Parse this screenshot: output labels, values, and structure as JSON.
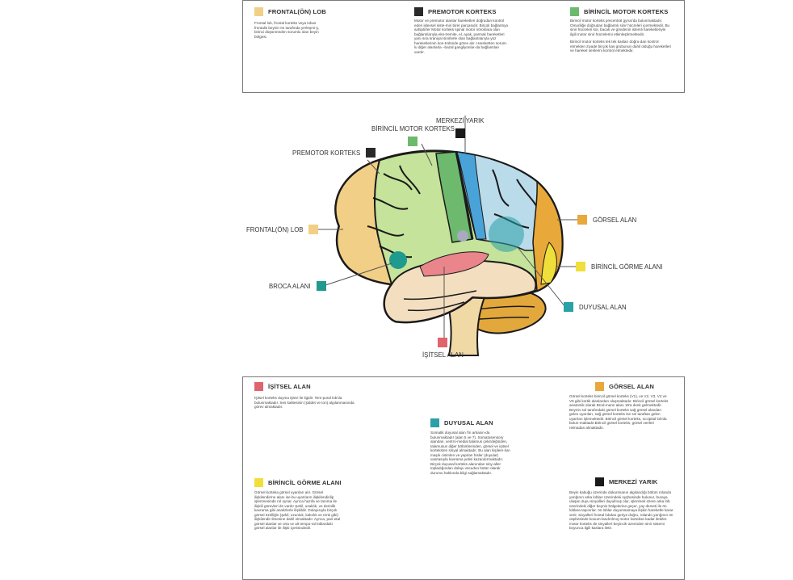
{
  "colors": {
    "frontal": "#f2cf86",
    "premotor": "#2a2a2a",
    "motor": "#6dba6e",
    "sulcus": "#1a1a1a",
    "visual": "#e8a83a",
    "primary_visual": "#f0df3a",
    "somatosensory": "#2aa0a8",
    "broca": "#1f9a8e",
    "auditory": "#e0646c"
  },
  "top": {
    "frontal": {
      "title": "FRONTAL(ÖN) LOB",
      "body": "Frontal lob, frontal korteks veya lobus frontalis beynin ön tarafında yerleşmi-ş, birinci düşünmeden sorumlu olan beyin bölgesi."
    },
    "premotor": {
      "title": "PREMOTOR KORTEKS",
      "body": "Motor ve premotor alanlar hareketleri doğrudan kontrol eden işlevsel siste-min birer parçasıdır. Birçok bağlantıya sahiptirler Motor korteks spinal motor nöronlara olan bağlantılarıyla eks-tremite, el, ayak, parmak hareketleri yanı sıra kraniyal sinirlerle olan bağlantılarıyla yüz hareketlerinin kon-trolünde görev alır. Hareketten sorum-lu diğer alanlarla –bazal gangliyonlar-da bağlantıları vardır."
    },
    "motor": {
      "title": "BİRİNCİL MOTOR KORTEKS",
      "body": "Birincil motor korteks precentral gyrus'da bulunmaktadır. Omuriliğe doğrudan bağlantılı sinir hücreleri içermektedir. Bu sinir hücreleri kol, bacak ve gövdenin istemli hareketleriyle ilgili motor sinir hücrelerini etkinleştirmektedir.",
      "body2": "Birincil motor korteks tek tek kasları doğru-dan kontrol etmekten ziyade birçok kas grubunun dahil olduğu hareketleri ve hareket serilerini kontrol etmektedir."
    }
  },
  "labels": {
    "central": "MERKEZİ YARIK",
    "motor": "BİRİNCİL MOTOR KORTEKS",
    "premotor": "PREMOTOR KORTEKS",
    "frontal": "FRONTAL(ÖN)  LOB",
    "broca": "BROCA ALANI",
    "auditory": "İŞİTSEL ALAN",
    "visual": "GÖRSEL ALAN",
    "primary_visual": "BİRİNCİL GÖRME ALANI",
    "somatosensory": "DUYUSAL ALAN"
  },
  "bottom": {
    "auditory": {
      "title": "İŞİTSEL ALAN",
      "body": "İşitsel korteks duyma işlevi ile ilgidir. Tem-poral lob'da bulunmaktadır. Ses kalitesinin (şiddet ve ton) algılanmasında görev almaktadır."
    },
    "primary_visual": {
      "title": "BİRİNCİL GÖRME ALANI",
      "body": "Görsel korteka görsel uyarıları alır. Görsel ilişkilendirme alanı ise bu uyarıların ilişkilendirilip işlenmesinde rol oynar. Ayrıca hazıfa ve tanıma ile ilişkili görevleri de vardır Şekil, uzaklık, ve derinlik kavrama gibi analizlerle ilişkildir. Dolayısıyla birçok görsel özelliğin (şekil, uzunluk, kalınlık ve renk gibi) ilişkilendir-ilmesine dahil olmaktadır. Ayrıca, pari-etal görsel alanlar ve orta ve alt tempo-ral loblardaki görsel alanlar ile ilişki içerisindedir."
    },
    "somatosensory": {
      "title": "DUYUSAL ALAN",
      "body": "Somatik duyusal alan l'in arkasın-da bulunmaktadır (alan 5 ve 7). Somatosensory alandan, ventro-medial talamus çekirdeğinden, talamusun diğer bölümlerinden, görsel ve işitsel korteksten sinyal almaktadır. Bu alan kişilere kar-maşık cisimlen ve yapıları hisler (duyular) vasıtasıyla kavrama yetisi kazandırmaktadır. Birçok duyusal korteks alanından siny-aller topladığından dolayı vücudun bütün olarak durumu hakkında bilgi sağlamaktadır."
    },
    "visual": {
      "title": "GÖRSEL ALAN",
      "body": "Görsel korteks birincil görsel korteks (V1), ve V2, V3, V4 ve V5 gibi kortik alanlardan oluşmaktadır. Birincil görsel korteks anatomik olarak Brod-mann alanı 19'a denk gelmektedir. Beynin sol tarafındaki görsel korteks sağ görsel alandan gelen uyarıları, sağ görsel korteks ise sol taraftan gelen uyarıları işlemektedir. Birincil görsel korteks, occipital lob'da bulun-maktadır.Birincil görsel korteks, görsel verileri retinadan almaktadır."
    },
    "central": {
      "title": "MERKEZİ YARIK",
      "body": "Beyin kabuğu üzerinde dokunmanın algılandığı bölüm rolando yarığının arka lobları üzerindeki oyşhesinde bulunur, buraya ulaşan duyu sinyalleri duyulmuş olur, işlenmek üzere arka lob üzerindeki diğer beynin bölgelerine geçer, yay demeti ile ön loblara taşınırlar. ön loblar duyumsamaya ilişkin hareketle karar verir, sinyalleri frontal lobdan geriye doğru, rolando yarığının ön osphesinde konum-landırılmış motor kortekse kadar iletirler. motor korteks de sinyalleri beyincik üzerinden sinir sistemi boyunca ilgili kaslara iletir."
    }
  }
}
